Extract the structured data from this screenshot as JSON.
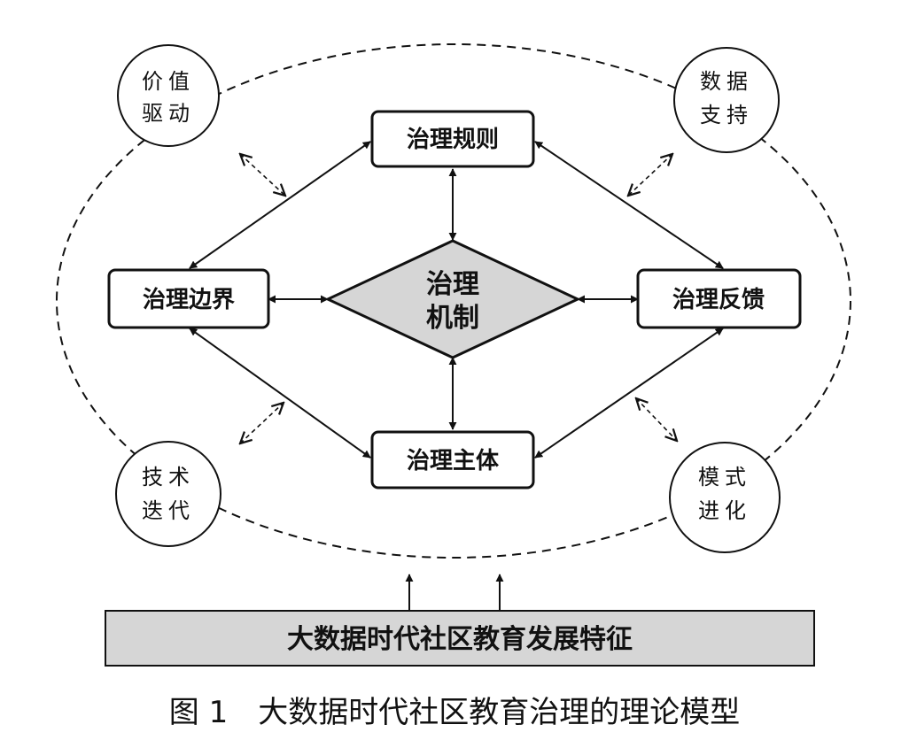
{
  "mechanism": {
    "line1": "治理",
    "line2": "机制"
  },
  "boxes": {
    "rules": "治理规则",
    "boundary": "治理边界",
    "feedback": "治理反馈",
    "subject": "治理主体"
  },
  "circles": {
    "value_driven": {
      "line1": "价值",
      "line2": "驱动"
    },
    "data_support": {
      "line1": "数据",
      "line2": "支持"
    },
    "tech_iteration": {
      "line1": "技术",
      "line2": "迭代"
    },
    "mode_evolution": {
      "line1": "模式",
      "line2": "进化"
    }
  },
  "base_bar": "大数据时代社区教育发展特征",
  "caption": "图 1　大数据时代社区教育治理的理论模型",
  "colors": {
    "line": "#111111",
    "fill_gray": "#d6d6d6",
    "background": "#ffffff"
  }
}
